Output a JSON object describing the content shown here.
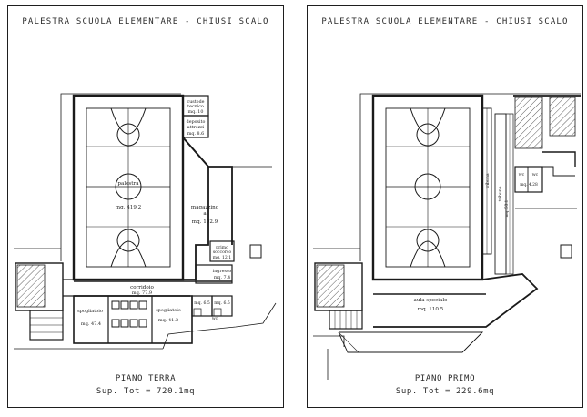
{
  "left": {
    "title": "PALESTRA SCUOLA ELEMENTARE - CHIUSI SCALO",
    "floor_name": "PIANO TERRA",
    "floor_total": "Sup. Tot = 720.1mq",
    "rooms": {
      "palestra": "palestra",
      "palestra_area": "mq. 419.2",
      "top1_a": "custode",
      "top1_b": "tecnico",
      "top1_area": "mq. 10",
      "top2_a": "deposito",
      "top2_b": "attrezzi",
      "top2_area": "mq. 8.6",
      "magazzino": "magazzino",
      "magazzino_b": "a",
      "magazzino_area": "mq. 102.9",
      "primo_a": "primo",
      "primo_b": "soccorso",
      "primo_area": "mq. 12.1",
      "ingresso": "ingresso",
      "ingresso_area": "mq. 7.4",
      "corridoio": "corridoio",
      "corridoio_area": "mq. 77.9",
      "spog1": "spogliatoio",
      "spog1_area": "mq. 47.4",
      "spog2": "spogliatoio",
      "spog2_area": "mq. 41.3",
      "wc1": "mq. 6.5",
      "wc2": "mq. 6.5",
      "wc_small": "wc"
    }
  },
  "right": {
    "title": "PALESTRA SCUOLA ELEMENTARE - CHIUSI SCALO",
    "floor_name": "PIANO PRIMO",
    "floor_total": "Sup. Tot = 229.6mq",
    "rooms": {
      "tribuna_left": "tribuna",
      "tribuna_right": "tribuna",
      "tribuna_right_area": "mq. 53.1",
      "aula": "aula speciale",
      "aula_area": "mq. 110.5",
      "wc": "wc",
      "wc_b": "wc",
      "wc_area": "mq. 4.28"
    }
  },
  "colors": {
    "line": "#1a1a1a",
    "background": "#ffffff"
  }
}
